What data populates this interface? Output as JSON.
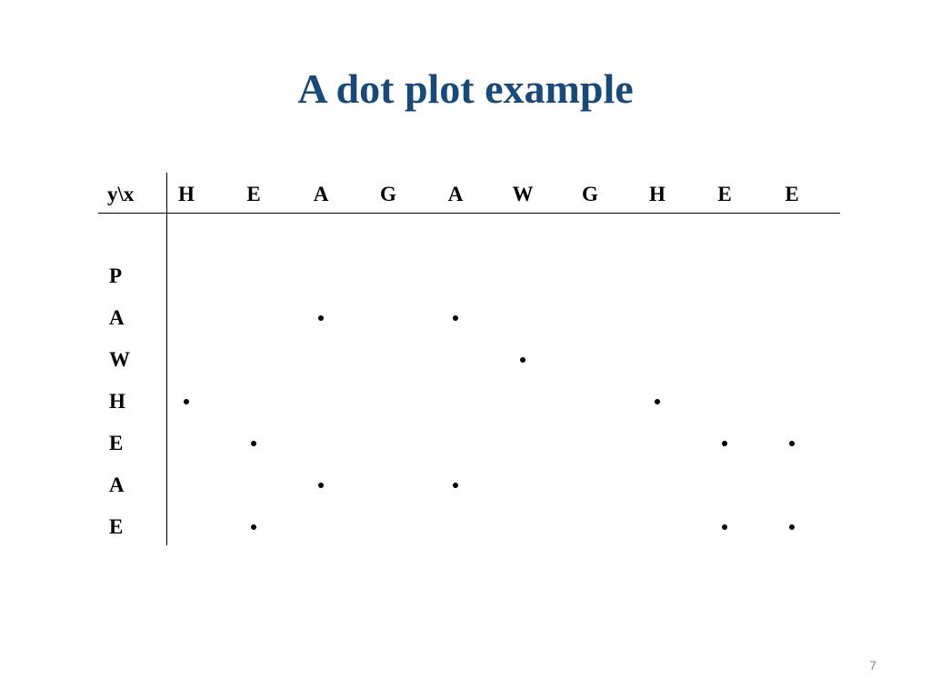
{
  "slide": {
    "title": "A dot plot example",
    "page_number": "7"
  },
  "dot_table": {
    "corner_label": "y\\x",
    "columns": [
      "H",
      "E",
      "A",
      "G",
      "A",
      "W",
      "G",
      "H",
      "E",
      "E"
    ],
    "rows": [
      {
        "label": "P",
        "dots": []
      },
      {
        "label": "A",
        "dots": [
          2,
          4
        ]
      },
      {
        "label": "W",
        "dots": [
          5
        ]
      },
      {
        "label": "H",
        "dots": [
          0,
          7
        ]
      },
      {
        "label": "E",
        "dots": [
          1,
          8,
          9
        ]
      },
      {
        "label": "A",
        "dots": [
          2,
          4
        ]
      },
      {
        "label": "E",
        "dots": [
          1,
          8,
          9
        ]
      }
    ]
  }
}
